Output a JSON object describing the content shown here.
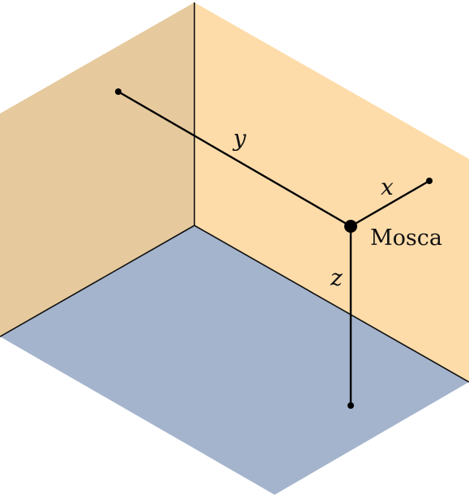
{
  "labels": {
    "x_axis": "x",
    "y_axis": "y",
    "z_axis": "z",
    "point": "Mosca"
  },
  "colors": {
    "left_wall": "#e6c99d",
    "right_wall": "#fddcaa",
    "floor": "#a4b4cd",
    "edges": "#111111",
    "rods": "#000000"
  }
}
